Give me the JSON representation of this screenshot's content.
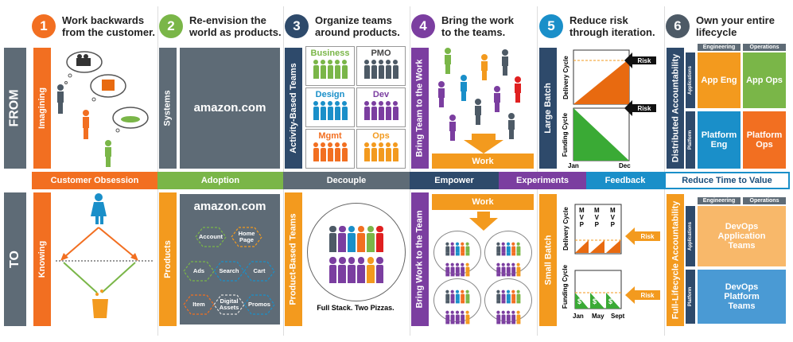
{
  "columns": [
    {
      "number": "1",
      "title_line1": "Work backwards",
      "title_line2": "from the customer.",
      "color": "#f26f21"
    },
    {
      "number": "2",
      "title_line1": "Re-envision the",
      "title_line2": "world as products.",
      "color": "#7ab648"
    },
    {
      "number": "3",
      "title_line1": "Organize teams",
      "title_line2": "around products.",
      "color": "#2e4a6b"
    },
    {
      "number": "4",
      "title_line1": "Bring the work",
      "title_line2": "to the teams.",
      "color": "#7b3ea0"
    },
    {
      "number": "5",
      "title_line1": "Reduce risk",
      "title_line2": "through iteration.",
      "color": "#1a8fc9"
    },
    {
      "number": "6",
      "title_line1": "Own your entire",
      "title_line2": "lifecycle",
      "color": "#4d5a66"
    }
  ],
  "rows": {
    "from": "FROM",
    "to": "TO"
  },
  "bands": [
    {
      "label": "Customer Obsession",
      "color": "#f26f21"
    },
    {
      "label": "Adoption",
      "color": "#7ab648"
    },
    {
      "label": "Decouple",
      "color": "#5e6b76"
    },
    {
      "label": "Empower",
      "color": "#2e4a6b"
    },
    {
      "label": "Experiments",
      "color": "#7b3ea0"
    },
    {
      "label": "Feedback",
      "color": "#1a8fc9"
    },
    {
      "label": "Reduce Time to Value",
      "color": "#ffffff"
    }
  ],
  "from": {
    "c1_label": "Imagining",
    "c2_label": "Systems",
    "c2_brand": "amazon.com",
    "c3_label": "Activity-Based Teams",
    "c3_cells": [
      "Business",
      "PMO",
      "Design",
      "Dev",
      "Mgmt",
      "Ops"
    ],
    "c4_label": "Bring Team to the Work",
    "c4_work": "Work",
    "c5_label": "Large Batch",
    "c5_delivery": "Delivery Cycle",
    "c5_funding": "Funding Cycle",
    "c5_risk1": "Risk",
    "c5_risk2": "Risk",
    "c5_jan": "Jan",
    "c5_dec": "Dec",
    "c6_label": "Distributed Accountability",
    "c6_engineering": "Engineering",
    "c6_operations": "Operations",
    "c6_applications": "Applications",
    "c6_platform": "Platform",
    "c6_app_eng": "App Eng",
    "c6_app_ops": "App Ops",
    "c6_plat_eng": "Platform Eng",
    "c6_plat_ops": "Platform Ops"
  },
  "to": {
    "c1_label": "Knowing",
    "c2_label": "Products",
    "c2_brand": "amazon.com",
    "c2_hexes": [
      "Account",
      "Home Page",
      "Ads",
      "Search",
      "Cart",
      "Item",
      "Digital Assets",
      "Promos"
    ],
    "c3_label": "Product-Based Teams",
    "c3_caption": "Full Stack. Two Pizzas.",
    "c4_label": "Bring Work to the Team",
    "c4_work": "Work",
    "c5_label": "Small Batch",
    "c5_delivery": "Delivery Cycle",
    "c5_funding": "Funding Cycle",
    "c5_mvp": [
      "M",
      "V",
      "P"
    ],
    "c5_risk1": "Risk",
    "c5_risk2": "Risk",
    "c5_jan": "Jan",
    "c5_may": "May",
    "c5_sept": "Sept",
    "c5_dollar": "$",
    "c6_label": "Full-Lifecycle Accountability",
    "c6_engineering": "Engineering",
    "c6_operations": "Operations",
    "c6_applications": "Applications",
    "c6_platform": "Platform",
    "c6_devops_app": "DevOps Application Teams",
    "c6_devops_plat": "DevOps Platform Teams"
  }
}
